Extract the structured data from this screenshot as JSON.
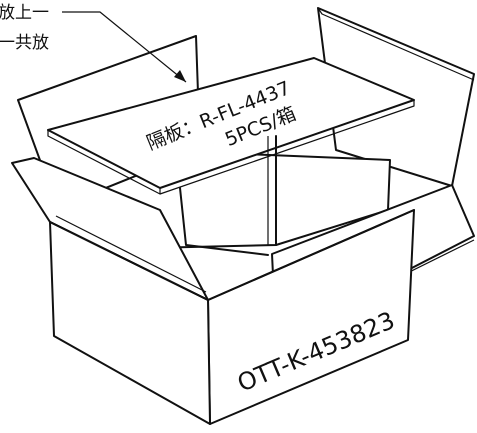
{
  "callout": {
    "line1": "放上一",
    "line2": "一共放"
  },
  "divider_label": {
    "line1": "隔板：R-FL-4437",
    "line2": "5PCS/箱"
  },
  "box_label": "OTT-K-453823"
}
